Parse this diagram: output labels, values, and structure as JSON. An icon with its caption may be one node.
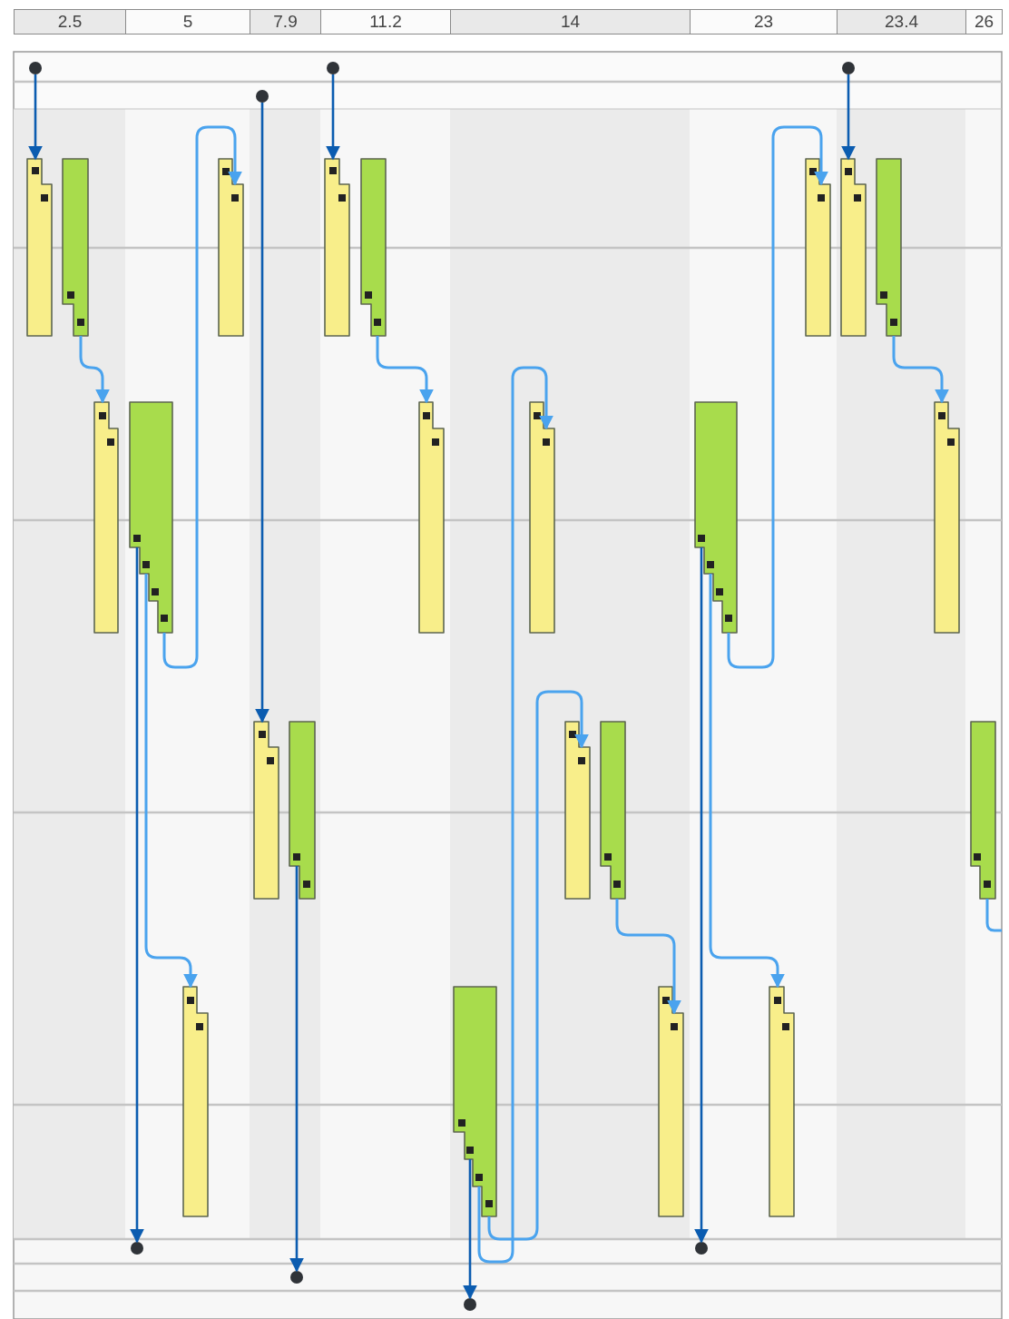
{
  "diagram": {
    "nodes": [
      {
        "text": [],
        "shape": "circle"
      },
      {
        "text": [],
        "shape": "circle"
      },
      {
        "text": [],
        "shape": "circle"
      },
      {
        "text": [],
        "shape": "circle"
      },
      {
        "text": [],
        "shape": "bar"
      },
      {
        "text": [],
        "shape": "bar"
      },
      {
        "text": [],
        "shape": "bar"
      },
      {
        "text": [],
        "shape": "bar"
      },
      {
        "text": [],
        "shape": "bar"
      },
      {
        "text": [],
        "shape": "bar"
      },
      {
        "text": [],
        "shape": "bar"
      },
      {
        "text": [],
        "shape": "bar"
      },
      {
        "text": [],
        "shape": "bar"
      },
      {
        "text": [],
        "shape": "bar"
      },
      {
        "text": [],
        "shape": "bar"
      },
      {
        "text": [],
        "shape": "bar"
      },
      {
        "text": [],
        "shape": "bar"
      },
      {
        "text": [],
        "shape": "bar"
      },
      {
        "text": [],
        "shape": "bar"
      },
      {
        "text": [],
        "shape": "bar"
      },
      {
        "text": [],
        "shape": "bar"
      },
      {
        "text": [],
        "shape": "bar"
      },
      {
        "text": [],
        "shape": "bar"
      },
      {
        "text": [],
        "shape": "bar"
      },
      {
        "text": [],
        "shape": "bar"
      },
      {
        "text": [],
        "shape": "bar"
      },
      {
        "text": [],
        "shape": "bar"
      },
      {
        "text": [],
        "shape": "circle"
      },
      {
        "text": [],
        "shape": "circle"
      },
      {
        "text": [],
        "shape": "circle"
      },
      {
        "text": [],
        "shape": "circle"
      }
    ],
    "edges": [
      {
        "from": 0,
        "to": 4,
        "arrow": "to",
        "color": "#0b5cb0"
      },
      {
        "from": 1,
        "to": 7,
        "arrow": "to",
        "color": "#0b5cb0"
      },
      {
        "from": 2,
        "to": 10,
        "arrow": "to",
        "color": "#0b5cb0"
      },
      {
        "from": 3,
        "to": 18,
        "arrow": "to",
        "color": "#0b5cb0"
      },
      {
        "from": 5,
        "to": 12,
        "arrow": "to"
      },
      {
        "from": 13,
        "to": 6,
        "arrow": "to"
      },
      {
        "from": 13,
        "to": 27,
        "arrow": "to",
        "color": "#0b5cb0"
      },
      {
        "from": 13,
        "to": 23,
        "arrow": "to"
      },
      {
        "from": 8,
        "to": 14,
        "arrow": "to"
      },
      {
        "from": 24,
        "to": 15,
        "arrow": "to"
      },
      {
        "from": 24,
        "to": 20,
        "arrow": "to"
      },
      {
        "from": 24,
        "to": 30,
        "arrow": "to",
        "color": "#0b5cb0"
      },
      {
        "from": 19,
        "to": 29,
        "arrow": "to",
        "color": "#0b5cb0"
      },
      {
        "from": 21,
        "to": 25,
        "arrow": "to"
      },
      {
        "from": 16,
        "to": 9,
        "arrow": "to"
      },
      {
        "from": 16,
        "to": 28,
        "arrow": "to",
        "color": "#0b5cb0"
      },
      {
        "from": 16,
        "to": 26,
        "arrow": "to"
      },
      {
        "from": 11,
        "to": 17,
        "arrow": "to"
      },
      {
        "from": 22,
        "to": null,
        "arrow": "none"
      }
    ],
    "labels": [
      "2.5",
      "5",
      "7.9",
      "11.2",
      "14",
      "23",
      "23.4",
      "26"
    ]
  }
}
